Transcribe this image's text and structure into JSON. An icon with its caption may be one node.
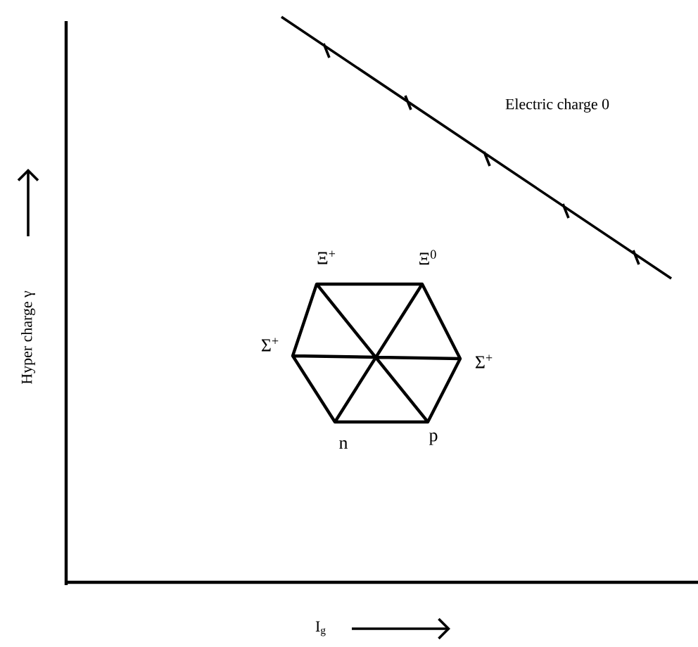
{
  "diagram": {
    "labels": [
      "Electric charge 0",
      "Hyper charge γ",
      "Ξ$^{+}$",
      "Ξ$^{0}$",
      "Σ$^{+}$",
      "Σ$^{+}$",
      "n",
      "p",
      "I$_{g}$"
    ]
  }
}
